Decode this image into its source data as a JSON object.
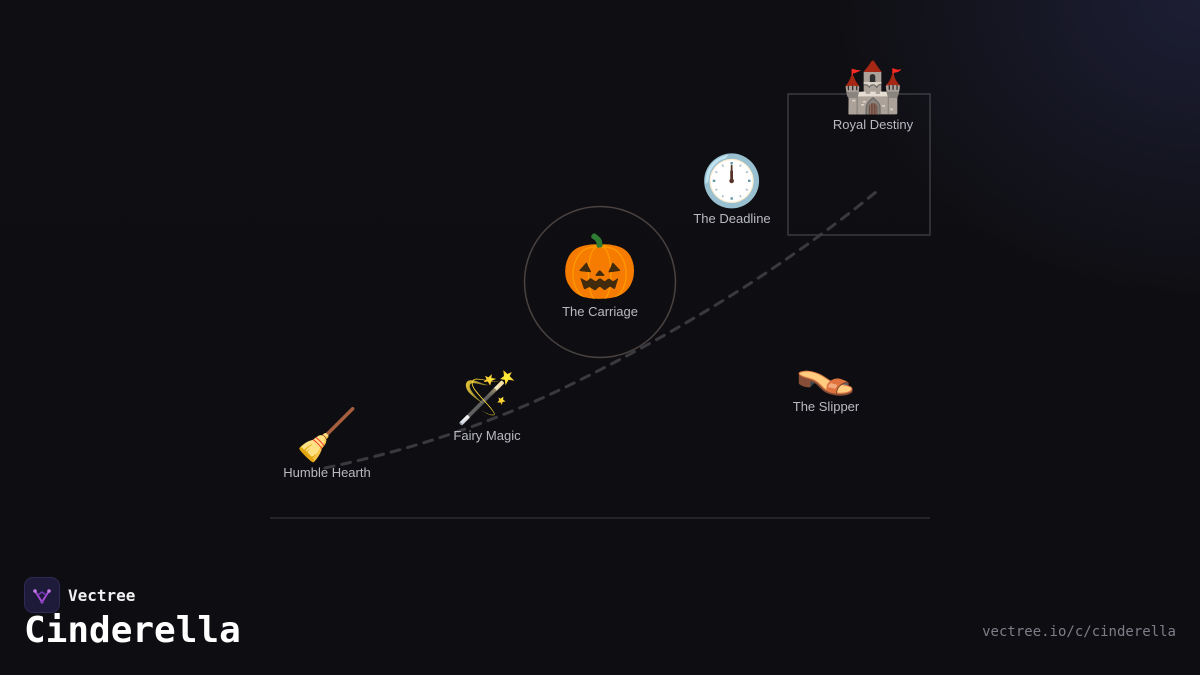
{
  "brand": {
    "name": "Vectree",
    "logo_icon": "vectree-logo-icon",
    "accent": "#a64dd6"
  },
  "story": {
    "title": "Cinderella",
    "url": "vectree.io/c/cinderella"
  },
  "colors": {
    "background": "#0f0f13",
    "path": "#3a3a3e",
    "baseline": "#2c2c30",
    "circle_outline": "#4a4240",
    "box_outline": "#3c3c40",
    "label": "#b9b9c2"
  },
  "nodes": [
    {
      "id": "humble-hearth",
      "icon": "broom-icon",
      "emoji": "🧹",
      "label": "Humble Hearth"
    },
    {
      "id": "fairy-magic",
      "icon": "magic-wand-icon",
      "emoji": "🪄",
      "label": "Fairy Magic"
    },
    {
      "id": "the-carriage",
      "icon": "pumpkin-icon",
      "emoji": "🎃",
      "label": "The Carriage"
    },
    {
      "id": "the-deadline",
      "icon": "clock-icon",
      "emoji": "🕛",
      "label": "The Deadline"
    },
    {
      "id": "royal-destiny",
      "icon": "castle-icon",
      "emoji": "🏰",
      "label": "Royal Destiny"
    },
    {
      "id": "the-slipper",
      "icon": "slipper-icon",
      "emoji": "👡",
      "label": "The Slipper"
    }
  ]
}
